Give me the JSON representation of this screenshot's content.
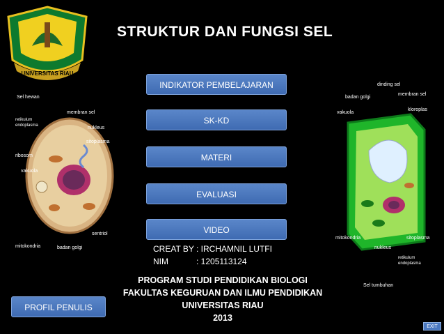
{
  "header": {
    "title": "STRUKTUR DAN FUNGSI SEL"
  },
  "logo": {
    "text": "UNIVERSITAS RIAU"
  },
  "menu": [
    {
      "label": "INDIKATOR PEMBELAJARAN"
    },
    {
      "label": "SK-KD"
    },
    {
      "label": "MATERI"
    },
    {
      "label": "EVALUASI"
    },
    {
      "label": "VIDEO"
    }
  ],
  "creator": {
    "by_label": "CREAT BY",
    "by_value": ": IRCHAMNIL LUTFI",
    "nim_label": "NIM",
    "nim_value": ": 1205113124"
  },
  "program": {
    "line1": "PROGRAM STUDI PENDIDIKAN BIOLOGI",
    "line2": "FAKULTAS KEGURUAN DAN ILMU PENDIDIKAN",
    "line3": "UNIVERSITAS RIAU",
    "line4": "2013"
  },
  "buttons": {
    "profil": "PROFIL PENULIS",
    "exit": "EXIT"
  },
  "animal_cell": {
    "caption": "Sel hewan",
    "labels": {
      "membrane": "membran sel",
      "er": "retikulum endoplasma",
      "nucleus": "nukleus",
      "cytoplasm": "sitoplasma",
      "ribosome": "ribosom",
      "vacuole": "vakuola",
      "centriole": "sentriol",
      "mitochondria": "mitokondria",
      "golgi": "badan golgi"
    }
  },
  "plant_cell": {
    "caption": "Sel tumbuhan",
    "labels": {
      "wall": "dinding sel",
      "golgi": "badan golgi",
      "membrane": "membran sel",
      "vacuole": "vakuola",
      "chloroplast": "kloroplas",
      "mitochondria": "mitokondria",
      "nucleus": "nukleus",
      "cytoplasm": "sitoplasma",
      "er": "retikulum endoplasma"
    }
  }
}
